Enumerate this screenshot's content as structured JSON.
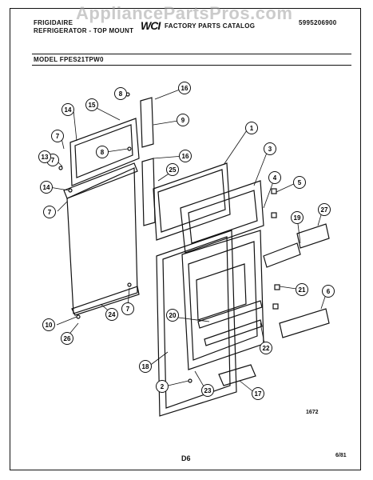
{
  "watermark": "AppliancePartsPros.com",
  "header": {
    "brand": "FRIGIDAIRE",
    "logo": "WCI",
    "catalog_title": "FACTORY PARTS CATALOG",
    "subtitle": "REFRIGERATOR - TOP MOUNT",
    "part_number": "5995206900",
    "model_label": "MODEL FPES21TPW0"
  },
  "callouts": [
    "1",
    "2",
    "3",
    "4",
    "5",
    "6",
    "7",
    "7",
    "7",
    "7",
    "8",
    "8",
    "9",
    "10",
    "13",
    "14",
    "14",
    "15",
    "16",
    "16",
    "17",
    "18",
    "19",
    "20",
    "21",
    "22",
    "23",
    "24",
    "25",
    "26",
    "27"
  ],
  "footer": {
    "drawing_number": "1672",
    "page": "D6",
    "date": "6/81"
  }
}
